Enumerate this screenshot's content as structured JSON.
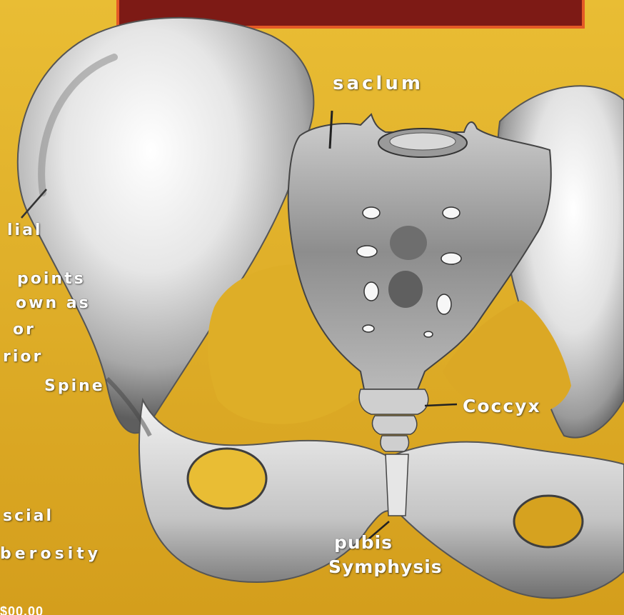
{
  "labels": {
    "sacrum": "saclum",
    "coccyx": "Coccyx",
    "pubis_line1": "pubis",
    "pubis_line2": "Symphysis",
    "left_notes": [
      "lial",
      "points",
      "own as",
      "or",
      "rior",
      "Spine",
      "scial",
      "berosity"
    ],
    "price": "$00.00"
  },
  "colors": {
    "background_top": "#e9bd34",
    "background_bottom": "#d49e1c",
    "banner_fill": "#7d1a15",
    "banner_border": "#e45a26",
    "label_text": "#ffffff",
    "bone_light": "#f4f4f4",
    "bone_shadow": "#7c7c7c",
    "bone_dark": "#3a3a3a"
  },
  "icons": {
    "illustration": "pelvis-bone-drawing"
  }
}
